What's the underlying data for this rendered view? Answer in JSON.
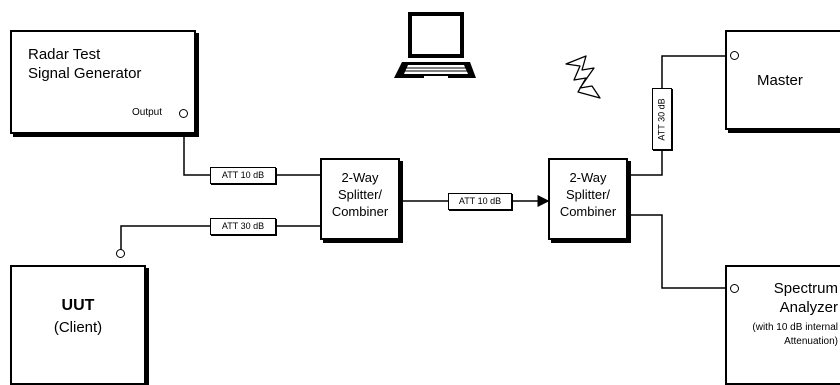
{
  "diagram": {
    "radar_generator": {
      "line1": "Radar Test",
      "line2": "Signal Generator",
      "port_label": "Output"
    },
    "master": {
      "label": "Master"
    },
    "uut": {
      "line1": "UUT",
      "line2": "(Client)"
    },
    "spectrum_analyzer": {
      "line1": "Spectrum",
      "line2": "Analyzer",
      "line3": "(with 10 dB internal",
      "line4": "Attenuation)"
    },
    "splitter_left": {
      "line1": "2-Way",
      "line2": "Splitter/",
      "line3": "Combiner"
    },
    "splitter_right": {
      "line1": "2-Way",
      "line2": "Splitter/",
      "line3": "Combiner"
    },
    "attenuators": {
      "gen_to_splitter": "ATT 10 dB",
      "uut_to_splitter": "ATT 30 dB",
      "between_splitters": "ATT 10 dB",
      "master_link": "ATT 30 dB"
    },
    "colors": {
      "line": "#000000",
      "background": "#ffffff"
    },
    "icons": [
      "laptop-icon",
      "lightning-icon"
    ]
  }
}
